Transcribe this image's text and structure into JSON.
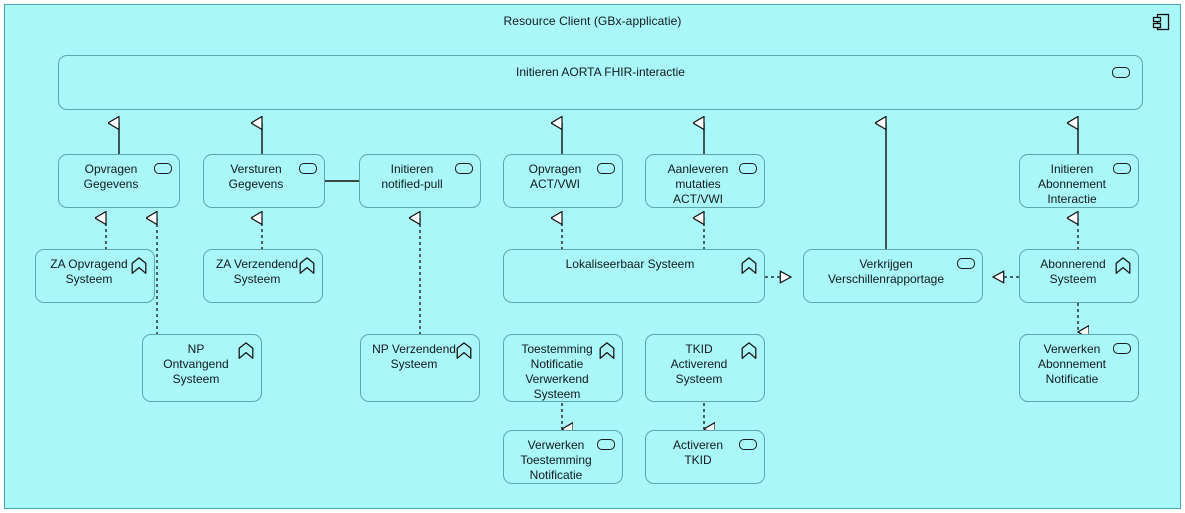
{
  "container": {
    "title": "Resource Client (GBx-applicatie)",
    "icon": "application-component-icon",
    "fill": "#aaf7f9",
    "stroke": "#4aa8ad"
  },
  "root_service": {
    "label": "Initieren AORTA FHIR-interactie",
    "icon": "application-service-icon"
  },
  "services": [
    {
      "id": "opvragen-gegevens",
      "label": "Opvragen\nGegevens",
      "icon": "application-service-icon"
    },
    {
      "id": "versturen-gegevens",
      "label": "Versturen\nGegevens",
      "icon": "application-service-icon"
    },
    {
      "id": "initieren-notified-pull",
      "label": "Initieren\nnotified-pull",
      "icon": "application-service-icon"
    },
    {
      "id": "opvragen-act-vwi",
      "label": "Opvragen\nACT/VWI",
      "icon": "application-service-icon"
    },
    {
      "id": "aanleveren-mutaties",
      "label": "Aanleveren\nmutaties\nACT/VWI",
      "icon": "application-service-icon"
    },
    {
      "id": "initieren-abonnement",
      "label": "Initieren\nAbonnement\nInteractie",
      "icon": "application-service-icon"
    },
    {
      "id": "verkrijgen-verschillen",
      "label": "Verkrijgen\nVerschillenrapportage",
      "icon": "application-service-icon"
    },
    {
      "id": "verwerken-abonnement",
      "label": "Verwerken\nAbonnement\nNotificatie",
      "icon": "application-service-icon"
    },
    {
      "id": "verwerken-toestemming",
      "label": "Verwerken\nToestemming\nNotificatie",
      "icon": "application-service-icon"
    },
    {
      "id": "activeren-tkid",
      "label": "Activeren\nTKID",
      "icon": "application-service-icon"
    }
  ],
  "roles": [
    {
      "id": "za-opvragend",
      "label": "ZA Opvragend\nSysteem",
      "icon": "application-role-icon"
    },
    {
      "id": "za-verzendend",
      "label": "ZA Verzendend\nSysteem",
      "icon": "application-role-icon"
    },
    {
      "id": "lokaliseerbaar",
      "label": "Lokaliseerbaar Systeem",
      "icon": "application-role-icon"
    },
    {
      "id": "abonnerend",
      "label": "Abonnerend\nSysteem",
      "icon": "application-role-icon"
    },
    {
      "id": "np-ontvangend",
      "label": "NP\nOntvangend\nSysteem",
      "icon": "application-role-icon"
    },
    {
      "id": "np-verzendend",
      "label": "NP Verzendend\nSysteem",
      "icon": "application-role-icon"
    },
    {
      "id": "toestemming-notificatie",
      "label": "Toestemming\nNotificatie\nVerwerkend\nSysteem",
      "icon": "application-role-icon"
    },
    {
      "id": "tkid-activerend",
      "label": "TKID\nActiverend\nSysteem",
      "icon": "application-role-icon"
    }
  ],
  "relationships": [
    {
      "type": "specialization",
      "style": "solid",
      "from": "opvragen-gegevens",
      "to": "root-service"
    },
    {
      "type": "specialization",
      "style": "solid",
      "from": "versturen-gegevens",
      "to": "root-service"
    },
    {
      "type": "specialization",
      "style": "solid",
      "from": "opvragen-act-vwi",
      "to": "root-service"
    },
    {
      "type": "specialization",
      "style": "solid",
      "from": "aanleveren-mutaties",
      "to": "root-service"
    },
    {
      "type": "specialization",
      "style": "solid",
      "from": "verkrijgen-verschillen",
      "to": "root-service"
    },
    {
      "type": "specialization",
      "style": "solid",
      "from": "initieren-abonnement",
      "to": "root-service"
    },
    {
      "type": "composition",
      "style": "solid",
      "from": "versturen-gegevens",
      "to": "initieren-notified-pull"
    },
    {
      "type": "realization",
      "style": "dashed",
      "from": "za-opvragend",
      "to": "opvragen-gegevens"
    },
    {
      "type": "realization",
      "style": "dashed",
      "from": "np-ontvangend",
      "to": "opvragen-gegevens"
    },
    {
      "type": "realization",
      "style": "dashed",
      "from": "za-verzendend",
      "to": "versturen-gegevens"
    },
    {
      "type": "realization",
      "style": "dashed",
      "from": "np-verzendend",
      "to": "initieren-notified-pull"
    },
    {
      "type": "realization",
      "style": "dashed",
      "from": "lokaliseerbaar",
      "to": "opvragen-act-vwi"
    },
    {
      "type": "realization",
      "style": "dashed",
      "from": "lokaliseerbaar",
      "to": "aanleveren-mutaties"
    },
    {
      "type": "realization",
      "style": "dashed",
      "from": "lokaliseerbaar",
      "to": "verkrijgen-verschillen"
    },
    {
      "type": "realization",
      "style": "dashed",
      "from": "abonnerend",
      "to": "verkrijgen-verschillen"
    },
    {
      "type": "realization",
      "style": "dashed",
      "from": "abonnerend",
      "to": "initieren-abonnement"
    },
    {
      "type": "assignment",
      "style": "dashed",
      "from": "abonnerend",
      "to": "verwerken-abonnement"
    },
    {
      "type": "assignment",
      "style": "dashed",
      "from": "toestemming-notificatie",
      "to": "verwerken-toestemming"
    },
    {
      "type": "assignment",
      "style": "dashed",
      "from": "tkid-activerend",
      "to": "activeren-tkid"
    }
  ]
}
